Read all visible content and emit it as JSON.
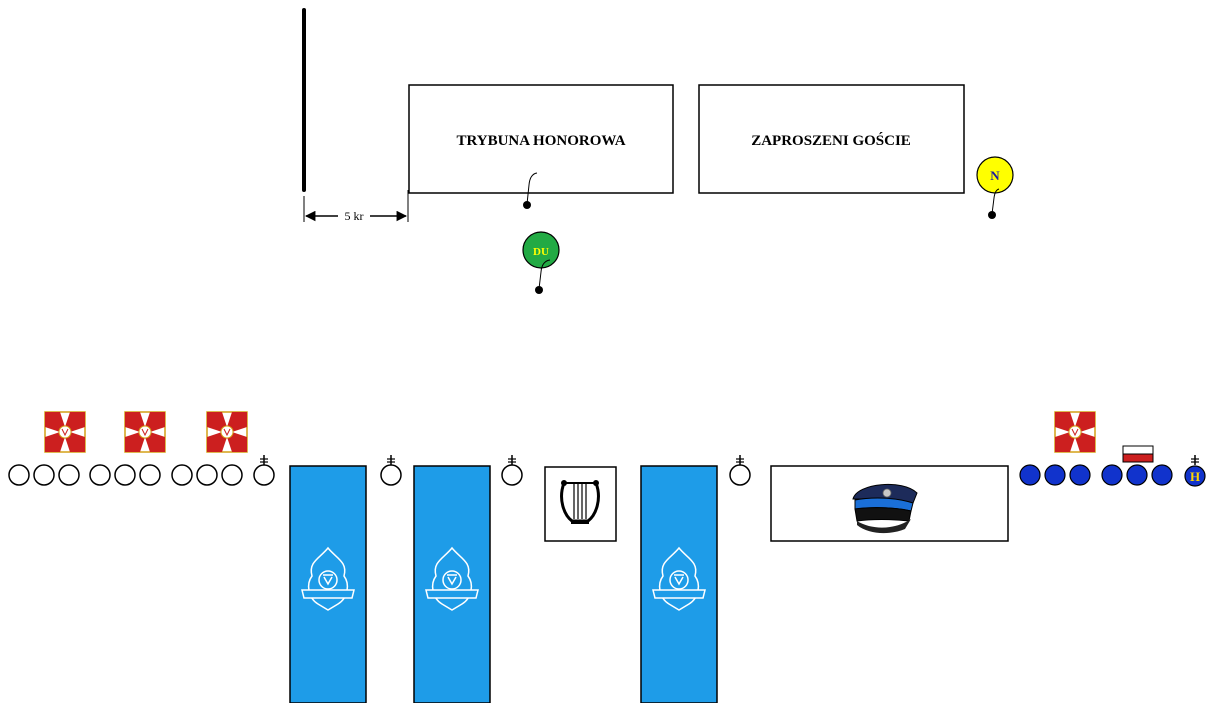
{
  "tribune": {
    "honorary_label": "TRYBUNA HONOROWA",
    "guests_label": "ZAPROSZENI GOŚCIE"
  },
  "distance_label": "5 kr",
  "markers": {
    "commander": "DU",
    "north": "N",
    "h_marker": "H"
  },
  "colors": {
    "commander_fill": "#22aa44",
    "commander_text": "#ffff00",
    "north_fill": "#ffff00",
    "company_fill": "#1133cc",
    "banner_fill": "#1e9ce8",
    "flag_red": "#cc1f1f",
    "h_text": "#ffd700"
  },
  "icons": {
    "banner_emblem": "fire-service-emblem-icon",
    "orchestra": "lyre-icon",
    "cap": "uniform-cap-icon",
    "color_guard": "military-banner-icon",
    "national_flag": "polish-flag-icon",
    "officer": "officer-circle-icon"
  }
}
